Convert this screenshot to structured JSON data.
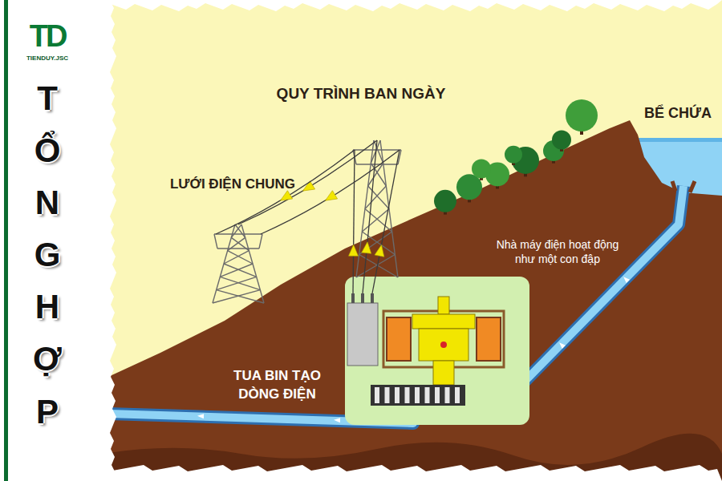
{
  "diagram": {
    "title": "QUY TRÌNH BAN NGÀY",
    "labels": [
      "TD",
      "TIENDUY.JSC",
      "TỔNG HỢP",
      "LƯỚI ĐIỆN CHUNG",
      "BỂ CHỨA",
      "Nhà máy điện hoạt động như một con đập",
      "TUA BIN TẠO DÒNG ĐIỆN"
    ]
  }
}
